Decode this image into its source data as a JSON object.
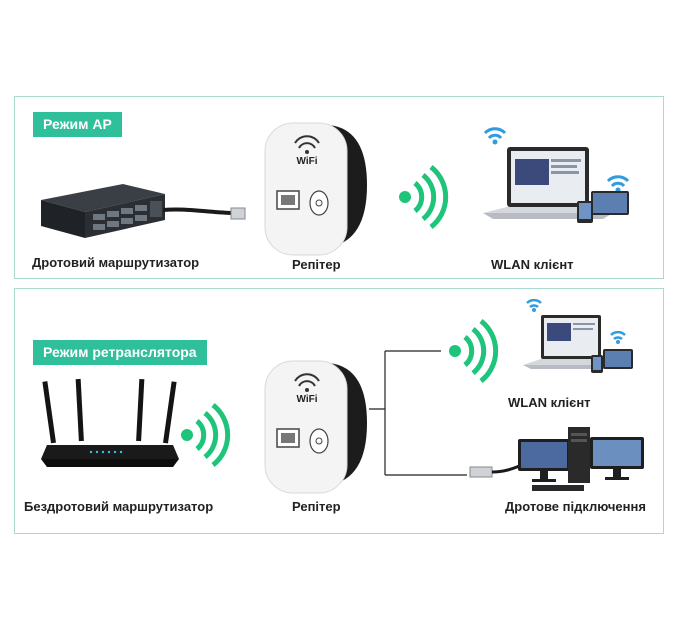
{
  "colors": {
    "accent": "#2fbf9a",
    "signal": "#1ec47a",
    "wifi_icon": "#2f9be0",
    "border": "#a9d9cf"
  },
  "panel_ap": {
    "badge": "Режим AP",
    "labels": {
      "router": "Дротовий маршрутизатор",
      "repeater": "Репітер",
      "client": "WLAN клієнт"
    },
    "device_text": "WiFi"
  },
  "panel_repeater": {
    "badge": "Режим ретранслятора",
    "labels": {
      "router": "Бездротовий маршрутизатор",
      "repeater": "Репітер",
      "client": "WLAN клієнт",
      "wired": "Дротове підключення"
    },
    "device_text": "WiFi"
  },
  "icons": [
    "wifi-icon",
    "wireless-signal-icon",
    "ethernet-port-icon",
    "wps-button-icon"
  ]
}
